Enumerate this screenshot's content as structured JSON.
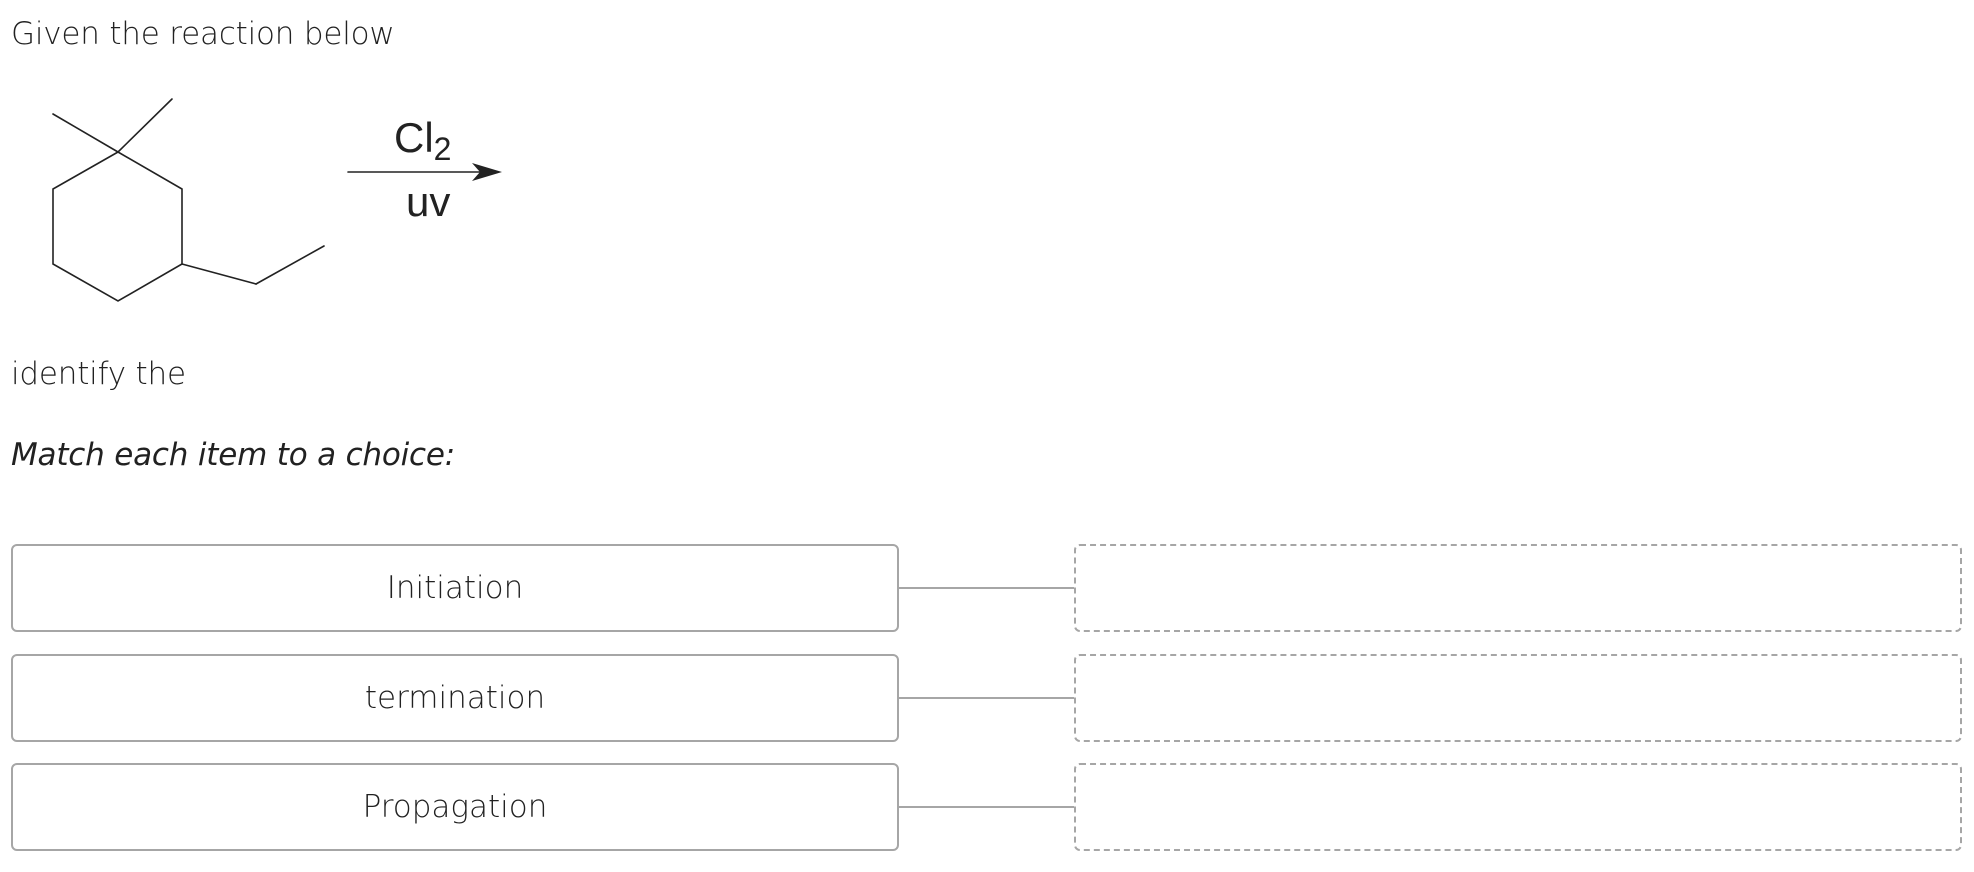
{
  "question": {
    "intro": "Given the reaction below",
    "identify": "identify the",
    "instruction": "Match each item to a choice:"
  },
  "reaction": {
    "reagent_top": "Cl",
    "reagent_top_subscript": "2",
    "reagent_bottom": "uv"
  },
  "match_items": [
    {
      "label": "Initiation",
      "choice": ""
    },
    {
      "label": "termination",
      "choice": ""
    },
    {
      "label": "Propagation",
      "choice": ""
    }
  ]
}
